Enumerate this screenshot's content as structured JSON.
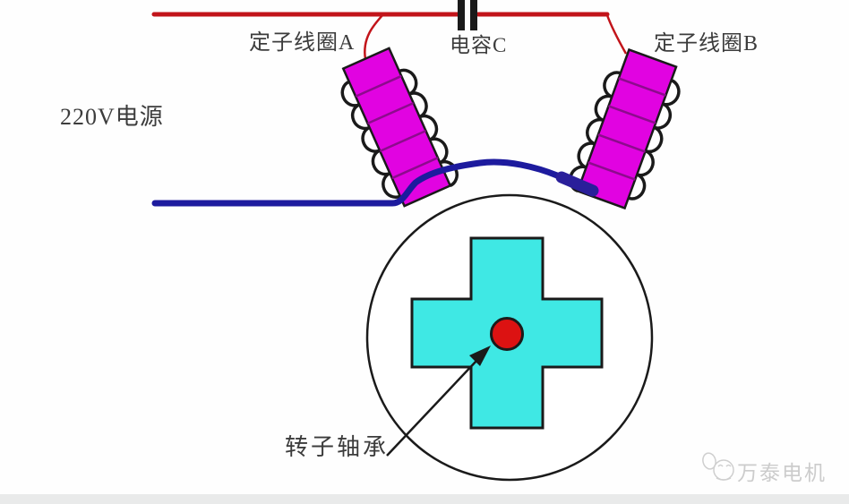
{
  "labels": {
    "stator_coil_a": "定子线圈A",
    "capacitor_c": "电容C",
    "stator_coil_b": "定子线圈B",
    "power_supply": "220V电源",
    "rotor_bearing": "转子轴承"
  },
  "watermark": {
    "text": "万泰电机",
    "logo": "chick-logo"
  },
  "icons": {
    "capacitor_symbol": "two-parallel-plates",
    "coil_symbol": "wound-winding-loops",
    "pointer": "arrow-to-bearing"
  },
  "colors": {
    "power_line_red": "#c2141a",
    "neutral_line_blue": "#1d1b9e",
    "wire_joint_blue": "#2a1f9a",
    "coil_magenta": "#e103e1",
    "coil_divider": "#8d0b8d",
    "rotor_cyan": "#3fe8e4",
    "bearing_red": "#dc1212",
    "outline_black": "#1a1a1a",
    "watermark_gray": "#cfcfcf"
  }
}
